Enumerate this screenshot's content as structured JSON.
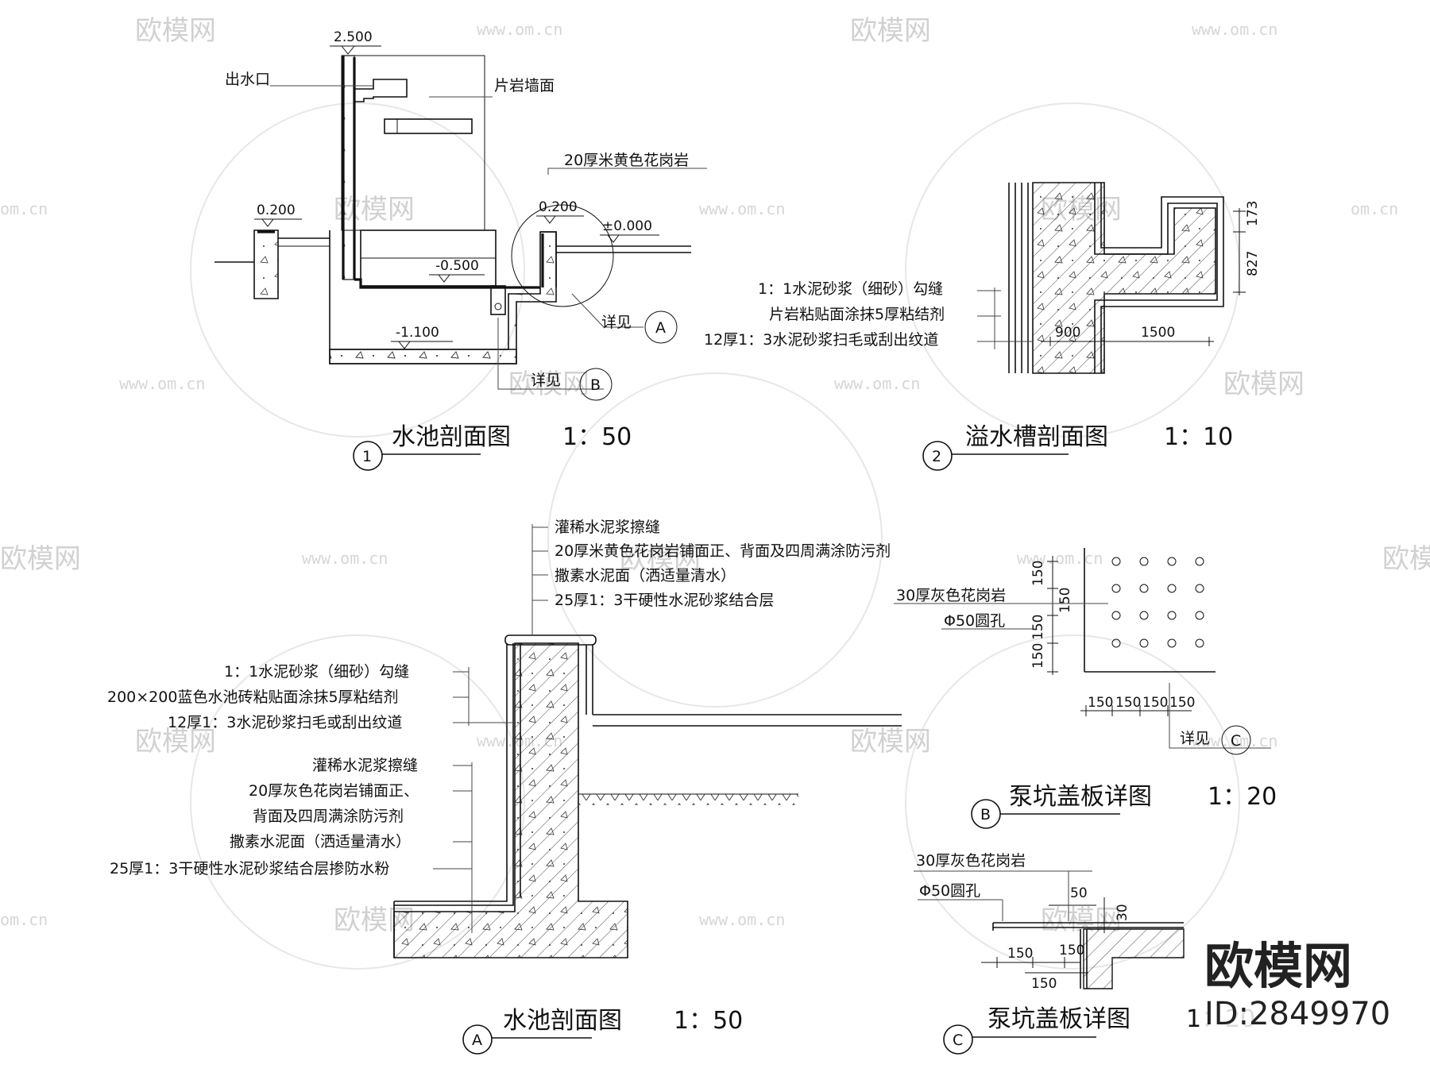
{
  "watermark": {
    "site_cn": "欧模网",
    "site_url": "www.om.cn",
    "site_url_short": "om.cn"
  },
  "drawing1": {
    "elev_top": "2.500",
    "label_outlet": "出水口",
    "label_wall": "片岩墙面",
    "label_granite": "20厚米黄色花岗岩",
    "elev_left": "0.200",
    "elev_right": "0.200",
    "elev_ground": "±0.000",
    "elev_water": "-0.500",
    "elev_bottom": "-1.100",
    "ref_a_text": "详见",
    "ref_a_mark": "A",
    "ref_b_text": "详见",
    "ref_b_mark": "B",
    "title_num": "1",
    "title": "水池剖面图",
    "scale": "1：50"
  },
  "drawing2": {
    "dim_173": "173",
    "dim_827": "827",
    "dim_900": "900",
    "dim_1500": "1500",
    "notes": [
      "1：1水泥砂浆（细砂）勾缝",
      "片岩粘贴面涂抹5厚粘结剂",
      "12厚1：3水泥砂浆扫毛或刮出纹道"
    ],
    "title_num": "2",
    "title": "溢水槽剖面图",
    "scale": "1：10"
  },
  "drawingA": {
    "top_notes": [
      "灌稀水泥浆擦缝",
      "20厚米黄色花岗岩铺面正、背面及四周满涂防污剂",
      "撒素水泥面（洒适量清水）",
      "25厚1：3干硬性水泥砂浆结合层"
    ],
    "mid_notes": [
      "1：1水泥砂浆（细砂）勾缝",
      "200×200蓝色水池砖粘贴面涂抹5厚粘结剂",
      "12厚1：3水泥砂浆扫毛或刮出纹道"
    ],
    "low_notes": [
      "灌稀水泥浆擦缝",
      "20厚灰色花岗岩铺面正、",
      "背面及四周满涂防污剂",
      "撒素水泥面（洒适量清水）",
      "25厚1：3干硬性水泥砂浆结合层掺防水粉"
    ],
    "title_mark": "A",
    "title": "水池剖面图",
    "scale": "1：50"
  },
  "drawingB": {
    "label_granite": "30厚灰色花岗岩",
    "label_hole": "Φ50圆孔",
    "dim_v": [
      "150",
      "150",
      "150",
      "150"
    ],
    "dim_h": [
      "150",
      "150",
      "150",
      "150"
    ],
    "ref_text": "详见",
    "ref_mark": "C",
    "title_mark": "B",
    "title": "泵坑盖板详图",
    "scale": "1：20"
  },
  "drawingC": {
    "label_granite": "30厚灰色花岗岩",
    "label_hole": "Φ50圆孔",
    "dim_50": "50",
    "dim_30": "30",
    "dim_150_left": "150",
    "dim_150_right": "150",
    "dim_150_bottom": "150",
    "title_mark": "C",
    "title": "泵坑盖板详图",
    "scale": "1：20"
  },
  "brand": {
    "name": "欧模网",
    "id": "ID:2849970"
  }
}
